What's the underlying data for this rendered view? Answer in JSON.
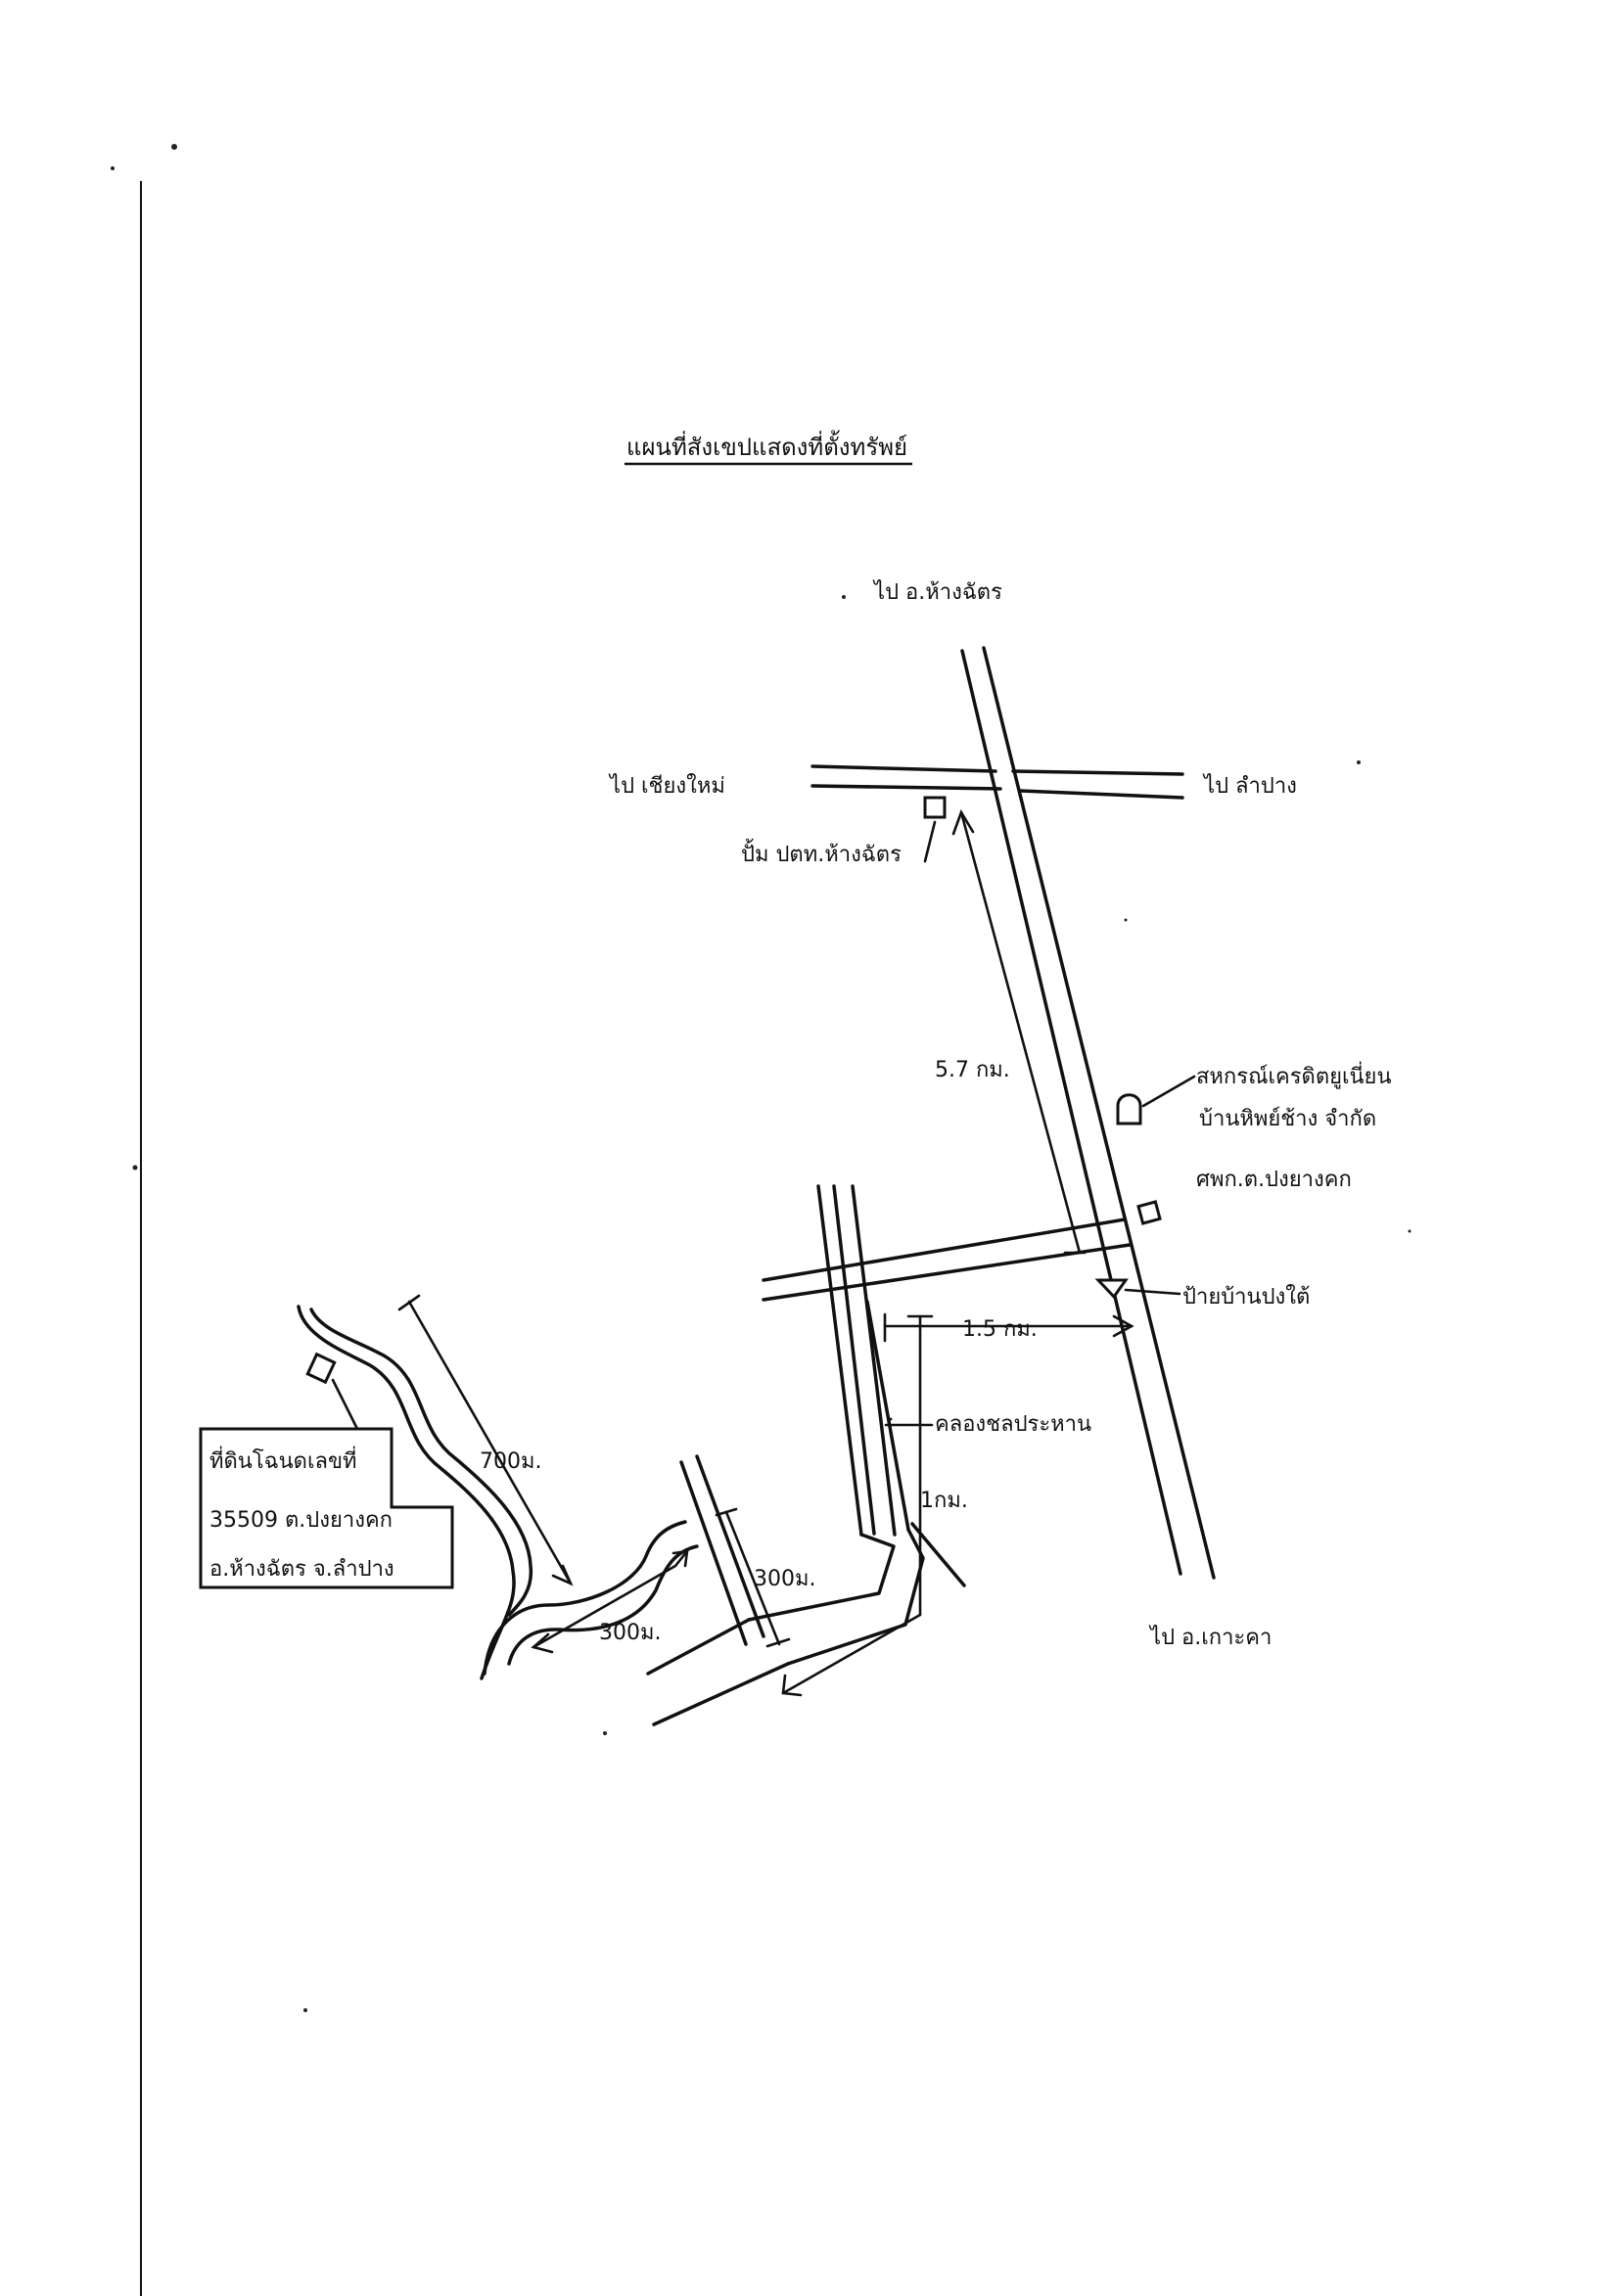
{
  "title": "แผนที่สังเขปแสดงที่ตั้งทรัพย์",
  "directions": {
    "north": "ไป อ.ห้างฉัตร",
    "west": "ไป เชียงใหม่",
    "east": "ไป ลำปาง",
    "south": "ไป อ.เกาะคา"
  },
  "landmarks": {
    "gas_station": "ปั้ม ปตท.ห้างฉัตร",
    "coop_line1": "สหกรณ์เครดิตยูเนี่ยน",
    "coop_line2": "บ้านหิพย์ช้าง จำกัด",
    "office": "ศพก.ต.ปงยางคก",
    "sign": "ป้ายบ้านปงใต้",
    "canal": "คลองชลประหาน"
  },
  "distances": {
    "d1": "5.7 กม.",
    "d2": "1.5 กม.",
    "d3": "1กม.",
    "d4": "300ม.",
    "d5": "300ม.",
    "d6": "700ม."
  },
  "land": {
    "line1": "ที่ดินโฉนดเลขที่",
    "line2": "35509 ต.ปงยางคก",
    "line3": "อ.ห้างฉัตร จ.ลำปาง"
  },
  "colors": {
    "ink": "#111111",
    "paper": "#ffffff"
  }
}
